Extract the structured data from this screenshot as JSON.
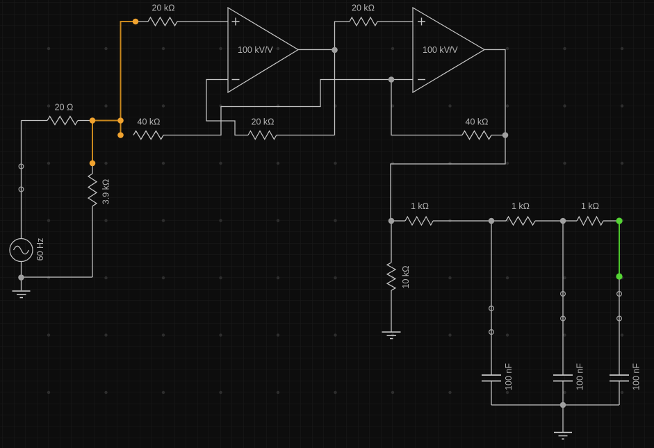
{
  "app": {
    "name": "circuit-simulator-canvas"
  },
  "palette": {
    "background": "#0d0d0d",
    "grid_line": "#1a1a1a",
    "grid_dot": "#2e2e2e",
    "wire": "#c6c6c6",
    "selected_wire": "#c9881d",
    "selected_node": "#f1a32f",
    "highlight_wire": "#4cc42c",
    "highlight_node": "#55d434",
    "node": "#a0a0a0",
    "label": "#b2b2b2"
  },
  "components": {
    "rin": {
      "value": "20 Ω"
    },
    "r1": {
      "value": "20 kΩ"
    },
    "r2": {
      "value": "40 kΩ"
    },
    "rf1": {
      "value": "20 kΩ"
    },
    "r3": {
      "value": "20 kΩ"
    },
    "rf2": {
      "value": "40 kΩ"
    },
    "rshunt": {
      "value": "3.9 kΩ"
    },
    "vsrc": {
      "value": "60 Hz"
    },
    "op1": {
      "gain": "100 kV/V"
    },
    "op2": {
      "gain": "100 kV/V"
    },
    "rl1": {
      "value": "1 kΩ"
    },
    "rl2": {
      "value": "1 kΩ"
    },
    "rl3": {
      "value": "1 kΩ"
    },
    "r10k": {
      "value": "10 kΩ"
    },
    "c1": {
      "value": "100 nF"
    },
    "c2": {
      "value": "100 nF"
    },
    "c3": {
      "value": "100 nF"
    }
  }
}
